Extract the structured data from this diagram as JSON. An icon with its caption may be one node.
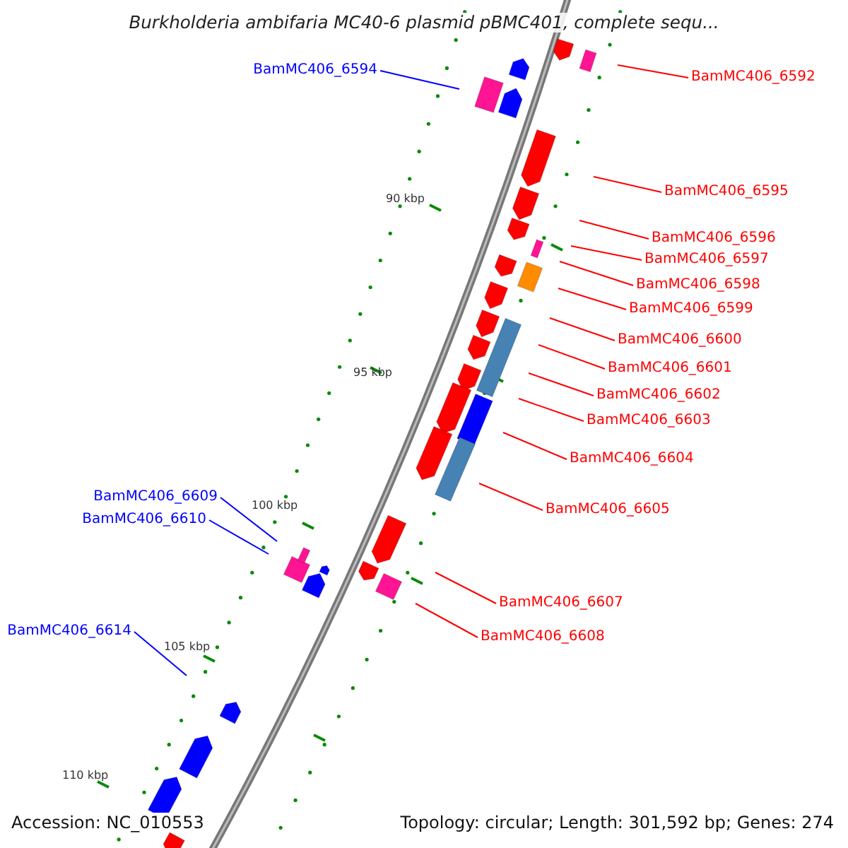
{
  "diagram": {
    "title": "Burkholderia ambifaria MC40-6 plasmid pBMC401, complete sequ...",
    "nodes": [
      {
        "text": [
          "BamMC406_6594"
        ]
      },
      {
        "text": [
          "BamMC406_6592"
        ]
      },
      {
        "text": [
          "BamMC406_6595"
        ]
      },
      {
        "text": [
          "BamMC406_6596"
        ]
      },
      {
        "text": [
          "BamMC406_6597"
        ]
      },
      {
        "text": [
          "BamMC406_6598"
        ]
      },
      {
        "text": [
          "BamMC406_6599"
        ]
      },
      {
        "text": [
          "BamMC406_6600"
        ]
      },
      {
        "text": [
          "BamMC406_6601"
        ]
      },
      {
        "text": [
          "BamMC406_6602"
        ]
      },
      {
        "text": [
          "BamMC406_6603"
        ]
      },
      {
        "text": [
          "BamMC406_6604"
        ]
      },
      {
        "text": [
          "BamMC406_6605"
        ]
      },
      {
        "text": [
          "BamMC406_6609"
        ]
      },
      {
        "text": [
          "BamMC406_6610"
        ]
      },
      {
        "text": [
          "BamMC406_6607"
        ]
      },
      {
        "text": [
          "BamMC406_6608"
        ]
      },
      {
        "text": [
          "BamMC406_6614"
        ]
      }
    ],
    "edges": [
      {
        "from": 0,
        "to": null,
        "arrow": "none",
        "color": "#0000ff"
      },
      {
        "from": 1,
        "to": null,
        "arrow": "none"
      },
      {
        "from": 2,
        "to": null,
        "arrow": "none"
      },
      {
        "from": 3,
        "to": null,
        "arrow": "none"
      },
      {
        "from": 4,
        "to": null,
        "arrow": "none"
      },
      {
        "from": 5,
        "to": null,
        "arrow": "none"
      },
      {
        "from": 6,
        "to": null,
        "arrow": "none"
      },
      {
        "from": 7,
        "to": null,
        "arrow": "none"
      },
      {
        "from": 8,
        "to": null,
        "arrow": "none"
      },
      {
        "from": 9,
        "to": null,
        "arrow": "none"
      },
      {
        "from": 10,
        "to": null,
        "arrow": "none"
      },
      {
        "from": 11,
        "to": null,
        "arrow": "none"
      },
      {
        "from": 12,
        "to": null,
        "arrow": "none"
      },
      {
        "from": 13,
        "to": null,
        "arrow": "none",
        "color": "#0000ff"
      },
      {
        "from": 14,
        "to": null,
        "arrow": "none",
        "color": "#0000ff"
      },
      {
        "from": 15,
        "to": null,
        "arrow": "none"
      },
      {
        "from": 16,
        "to": null,
        "arrow": "none"
      },
      {
        "from": 17,
        "to": null,
        "arrow": "none",
        "color": "#0000ff"
      }
    ],
    "labels": [
      "90 kbp",
      "95 kbp",
      "100 kbp",
      "105 kbp",
      "110 kbp",
      "Accession: NC_010553",
      "Topology: circular; Length: 301,592 bp; Genes: 274"
    ]
  }
}
